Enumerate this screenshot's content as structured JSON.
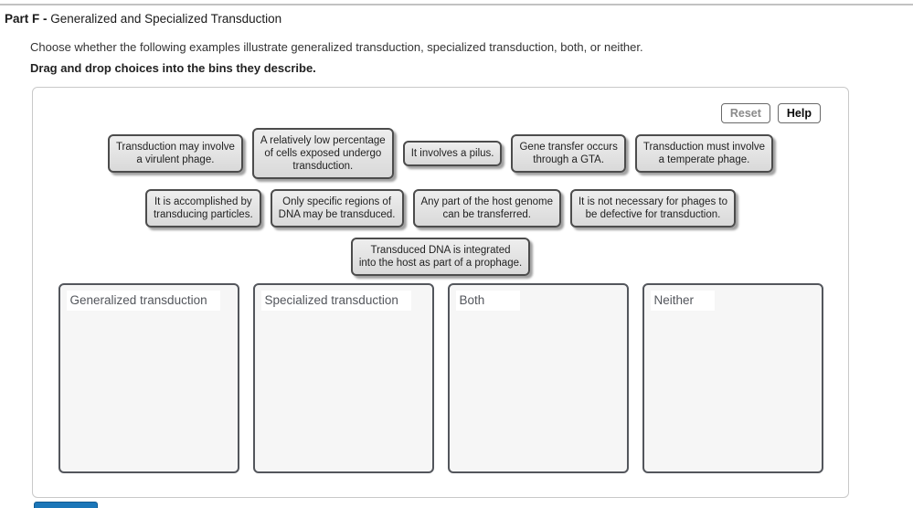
{
  "header": {
    "part_label": "Part F - ",
    "part_title": "Generalized and Specialized Transduction",
    "instruction": "Choose whether the following examples illustrate generalized transduction, specialized transduction, both, or neither.",
    "directive": "Drag and drop choices into the bins they describe."
  },
  "panel": {
    "reset_label": "Reset",
    "help_label": "Help",
    "rows": [
      [
        {
          "lines": [
            "Transduction may involve",
            "a virulent phage."
          ]
        },
        {
          "lines": [
            "A relatively low percentage",
            "of cells exposed undergo",
            "transduction."
          ]
        },
        {
          "lines": [
            "It involves a pilus."
          ]
        },
        {
          "lines": [
            "Gene transfer occurs",
            "through a GTA."
          ]
        },
        {
          "lines": [
            "Transduction must involve",
            "a temperate phage."
          ]
        }
      ],
      [
        {
          "lines": [
            "It is accomplished by",
            "transducing particles."
          ]
        },
        {
          "lines": [
            "Only specific regions of",
            "DNA may be transduced."
          ]
        },
        {
          "lines": [
            "Any part of the host genome",
            "can be transferred."
          ]
        },
        {
          "lines": [
            "It is not necessary for phages to",
            "be defective for transduction."
          ]
        }
      ],
      [
        {
          "lines": [
            "Transduced DNA is integrated",
            "into the host as part of a prophage."
          ]
        }
      ]
    ],
    "bins": [
      {
        "label": "Generalized transduction"
      },
      {
        "label": "Specialized transduction"
      },
      {
        "label": "Both"
      },
      {
        "label": "Neither"
      }
    ]
  },
  "colors": {
    "submit_blue": "#1b76b8",
    "chip_border": "#4c4c4c",
    "bin_border": "#53565c",
    "top_rule_gray": "#c2c2c2"
  }
}
